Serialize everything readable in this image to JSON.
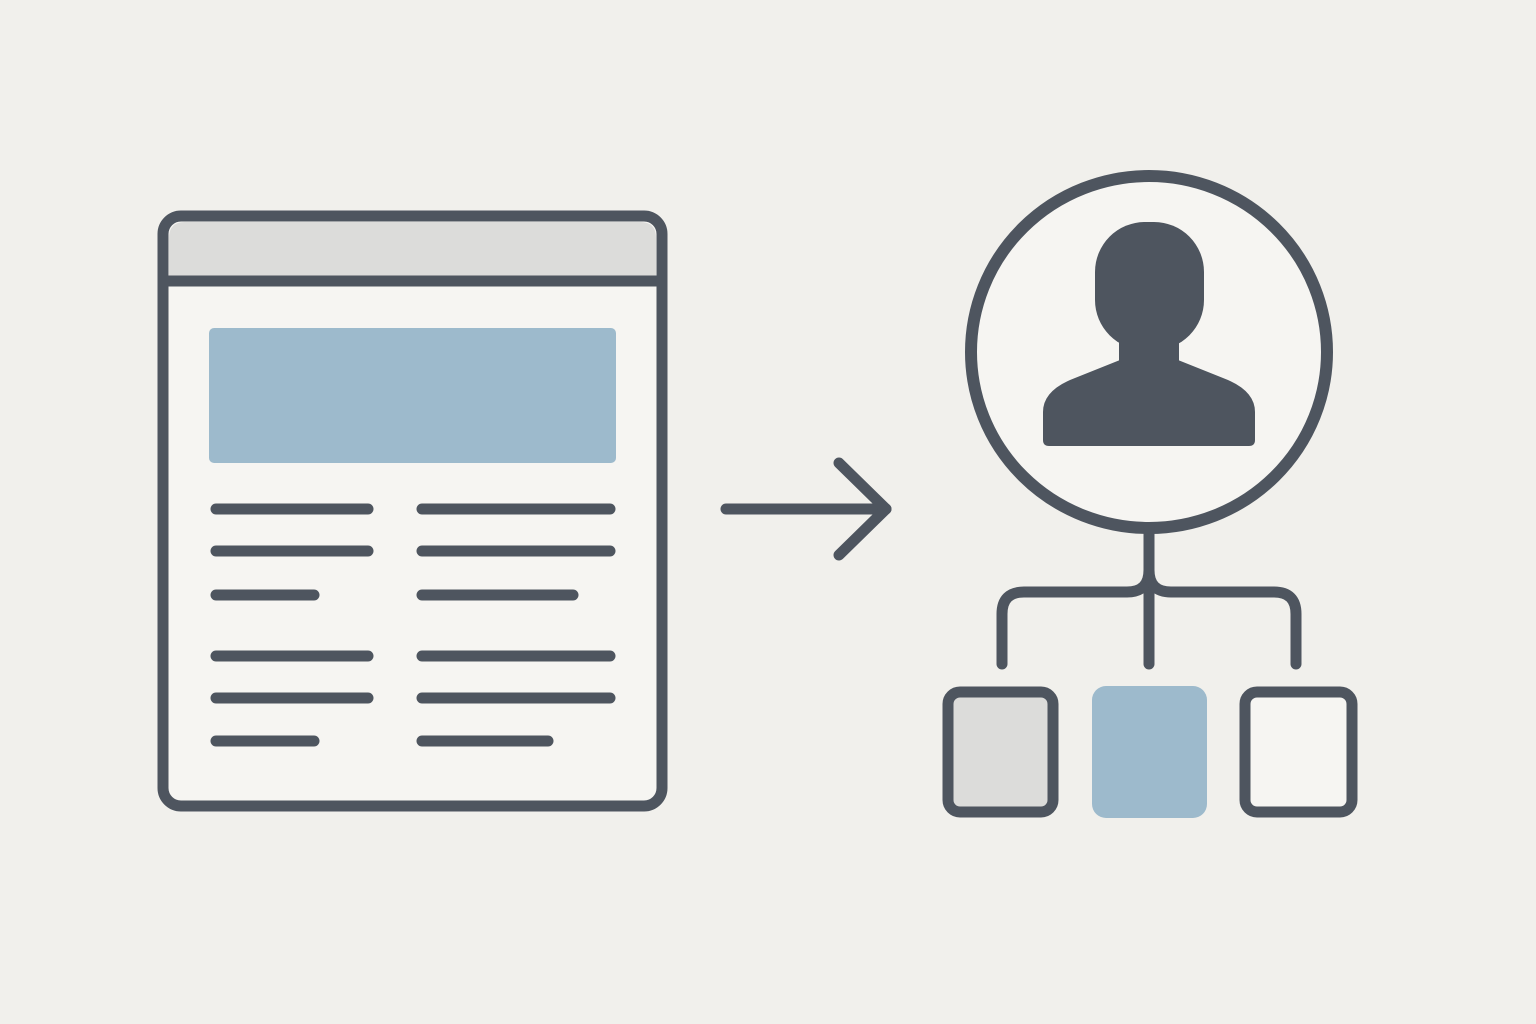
{
  "colors": {
    "background": "#f1f0ec",
    "stroke": "#4e555f",
    "accent_blue": "#9dbacc",
    "light_gray": "#dcdcda",
    "white": "#f6f5f2"
  },
  "diagram": {
    "document_panel": {
      "icon": "document-window-icon",
      "text_columns": 2,
      "text_groups_per_column": 2,
      "lines_per_group": 3
    },
    "connector": {
      "icon": "right-arrow-icon"
    },
    "user_hierarchy": {
      "icon": "user-silhouette-icon",
      "child_nodes": [
        {
          "name": "left-child-node",
          "fill": "light_gray"
        },
        {
          "name": "center-child-node",
          "fill": "accent_blue"
        },
        {
          "name": "right-child-node",
          "fill": "white"
        }
      ]
    }
  }
}
